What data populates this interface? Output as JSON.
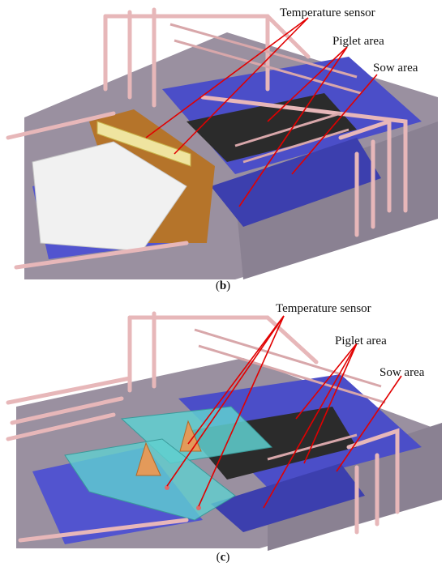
{
  "panel_b": {
    "caption_open": "(",
    "caption_letter": "b",
    "caption_close": ")",
    "labels": {
      "temperature_sensor": "Temperature sensor",
      "piglet_area": "Piglet area",
      "sow_area": "Sow area"
    }
  },
  "panel_c": {
    "caption_open": "(",
    "caption_letter": "c",
    "caption_close": ")",
    "labels": {
      "temperature_sensor": "Temperature sensor",
      "piglet_area": "Piglet area",
      "sow_area": "Sow area"
    }
  },
  "colors": {
    "pen_rail": "#e7b7b9",
    "slat_floor": "#4b4ec8",
    "wall": "#8d8494",
    "leader_line": "#e10000",
    "heater_box": "#b5742a",
    "heat_lamp_cover": "#5fd0d0",
    "lamp_cone": "#e39a5a"
  }
}
